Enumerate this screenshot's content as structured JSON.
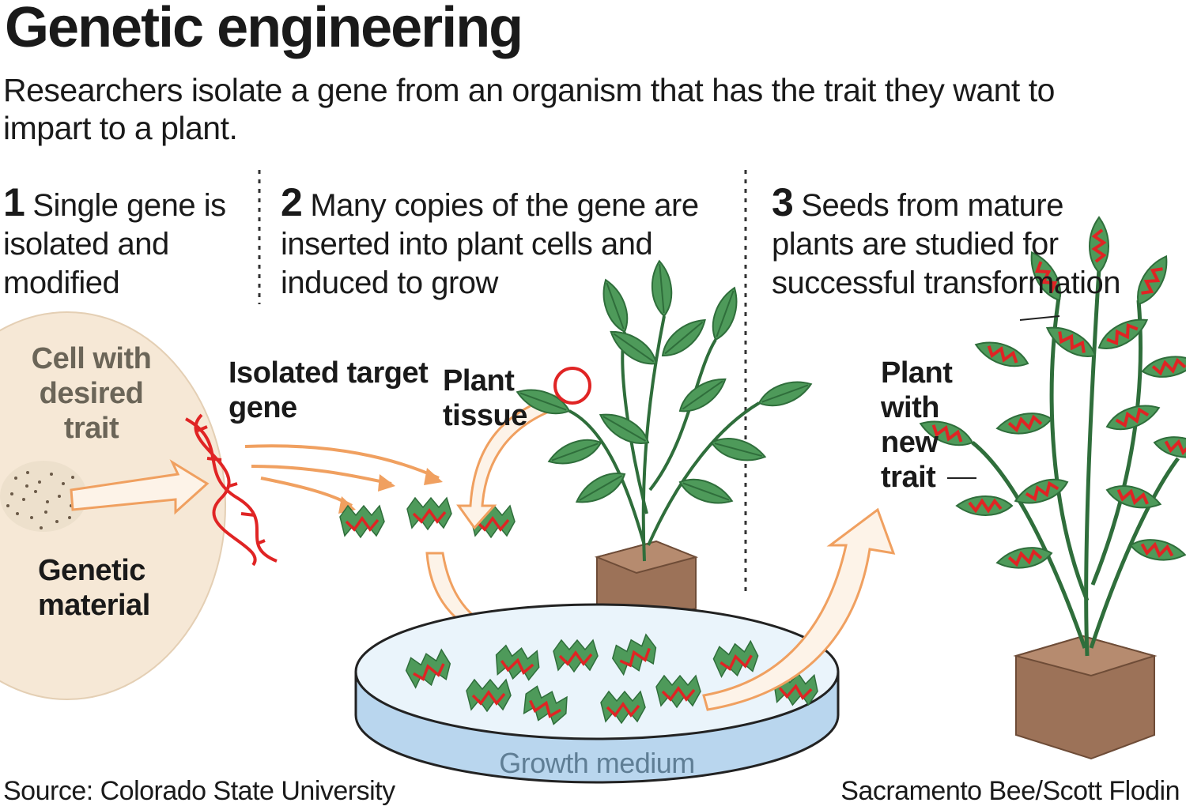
{
  "title": "Genetic engineering",
  "subtitle": "Researchers isolate a gene from an organism that has the trait they want to impart to a plant.",
  "steps": [
    {
      "number": "1",
      "text": "Single gene is isolated and modified"
    },
    {
      "number": "2",
      "text": "Many copies of the gene are inserted into plant cells and induced to grow"
    },
    {
      "number": "3",
      "text": "Seeds from mature plants are studied for successful transformation"
    }
  ],
  "labels": {
    "cell": "Cell with desired trait",
    "genetic_material": "Genetic material",
    "isolated_gene": "Isolated target gene",
    "plant_tissue": "Plant tissue",
    "growth_medium": "Growth medium",
    "plant_new_trait": "Plant with new trait"
  },
  "footer": {
    "source": "Source: Colorado State University",
    "credit": "Sacramento Bee/Scott Flodin"
  },
  "colors": {
    "leaf": "#4e9a5a",
    "gene": "#e02424",
    "arrow": "#f0a060",
    "cell": "#f6e8d6",
    "pot": "#9c7258",
    "dish": "#cfe4f4"
  }
}
